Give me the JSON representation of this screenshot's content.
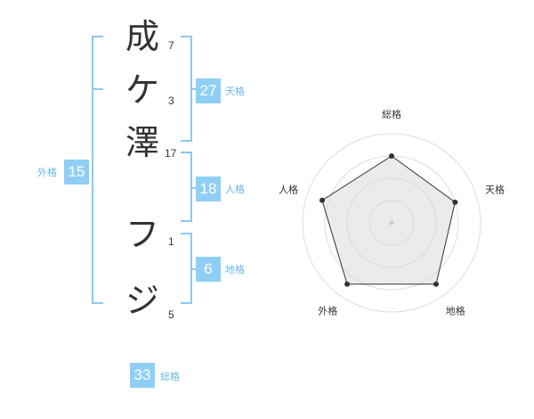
{
  "name": {
    "characters": [
      {
        "char": "成",
        "strokes": "7"
      },
      {
        "char": "ケ",
        "strokes": "3"
      },
      {
        "char": "澤",
        "strokes": "17"
      },
      {
        "char": "フ",
        "strokes": "1"
      },
      {
        "char": "ジ",
        "strokes": "5"
      }
    ]
  },
  "scores": {
    "tenkaku": {
      "value": "27",
      "label": "天格"
    },
    "jinkaku": {
      "value": "18",
      "label": "人格"
    },
    "chikaku": {
      "value": "6",
      "label": "地格"
    },
    "gaikaku": {
      "value": "15",
      "label": "外格"
    },
    "soukaku": {
      "value": "33",
      "label": "総格"
    }
  },
  "colors": {
    "accent": "#8fcff5",
    "bracket": "#8cc8f0",
    "label": "#6ab8e8",
    "text": "#333333"
  },
  "chart_data": {
    "type": "radar",
    "axes": [
      "総格",
      "天格",
      "地格",
      "外格",
      "人格"
    ],
    "values": [
      0.75,
      0.75,
      0.85,
      0.85,
      0.82
    ],
    "rings": 4,
    "axis_lines": false
  }
}
